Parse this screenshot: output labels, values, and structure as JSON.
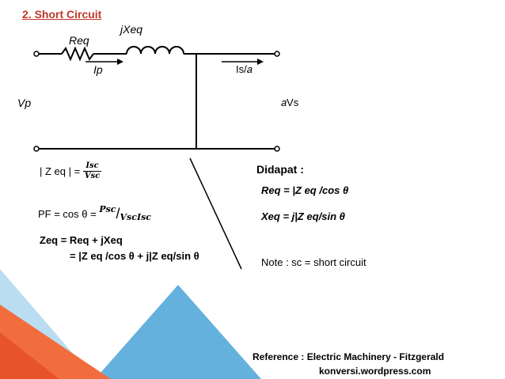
{
  "title": "2. Short Circuit",
  "circuit": {
    "req": "Req",
    "jxeq": "jXeq",
    "ip": "Ip",
    "is_a": "Is/𝑎",
    "vp": "Vp",
    "avs": "𝑎Vs"
  },
  "formulas": {
    "zeq_lhs": "| Z eq | =",
    "zeq_num": "Isc",
    "zeq_den": "Vsc",
    "pf_lhs": "PF = cos θ =",
    "pf_num": "Psc",
    "pf_den": "VscIsc",
    "zeq_sum": "Zeq = Req + jXeq",
    "zeq_expand": "= |Z eq /cos θ + j|Z eq/sin θ"
  },
  "didapat": {
    "heading": "Didapat :",
    "req_line": "Req = |Z eq /cos θ",
    "xeq_line": "Xeq = j|Z eq/sin θ"
  },
  "note": "Note : sc = short circuit",
  "reference": {
    "line1": "Reference : Electric Machinery - Fitzgerald",
    "line2": "konversi.wordpress.com"
  },
  "colors": {
    "title": "#c0392b",
    "triangle_dark": "#e8542a",
    "triangle_light": "#f26d3d",
    "triangle_blue": "#4aa3d8",
    "triangle_blue_light": "#8cc6ea"
  }
}
